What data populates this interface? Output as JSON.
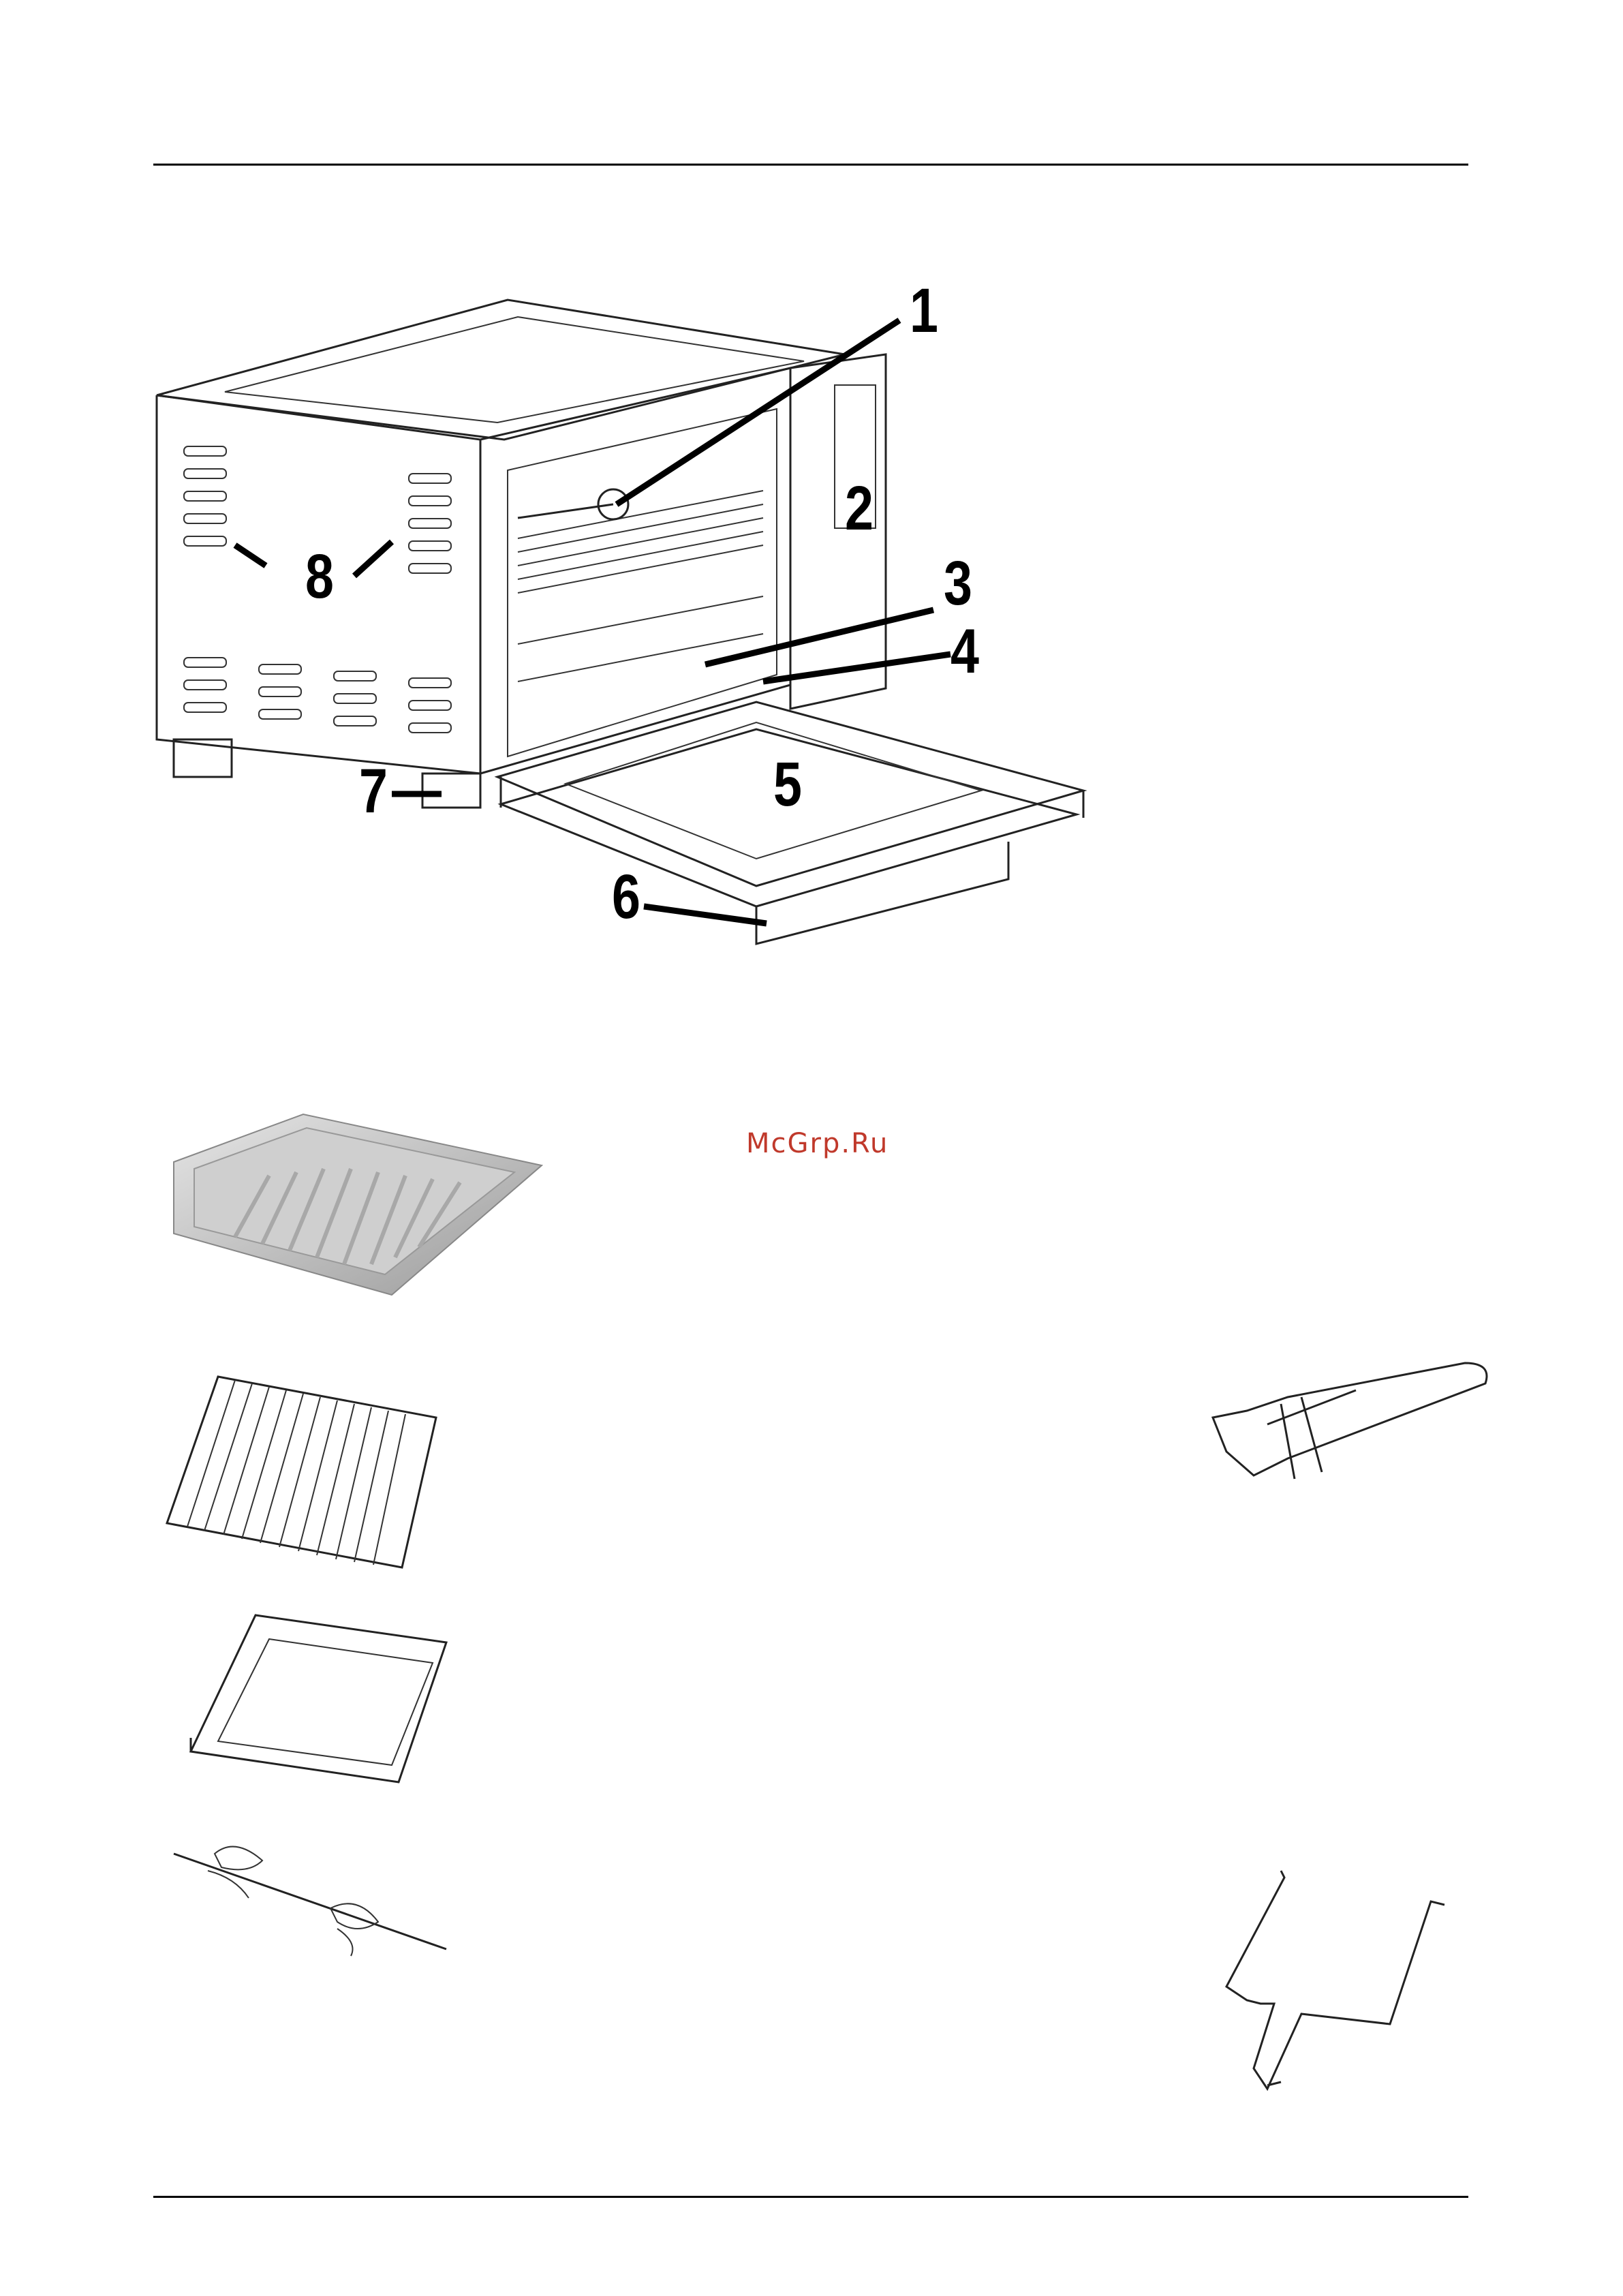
{
  "page": {
    "watermark": "McGrp.Ru"
  },
  "diagram": {
    "callouts": [
      "1",
      "2",
      "3",
      "4",
      "5",
      "6",
      "7",
      "8"
    ]
  },
  "accessories": {
    "items": [
      "baking-tray",
      "wire-rack",
      "crumb-tray",
      "rotisserie-spit",
      "rotisserie-fork-handle",
      "rack-handle"
    ]
  }
}
